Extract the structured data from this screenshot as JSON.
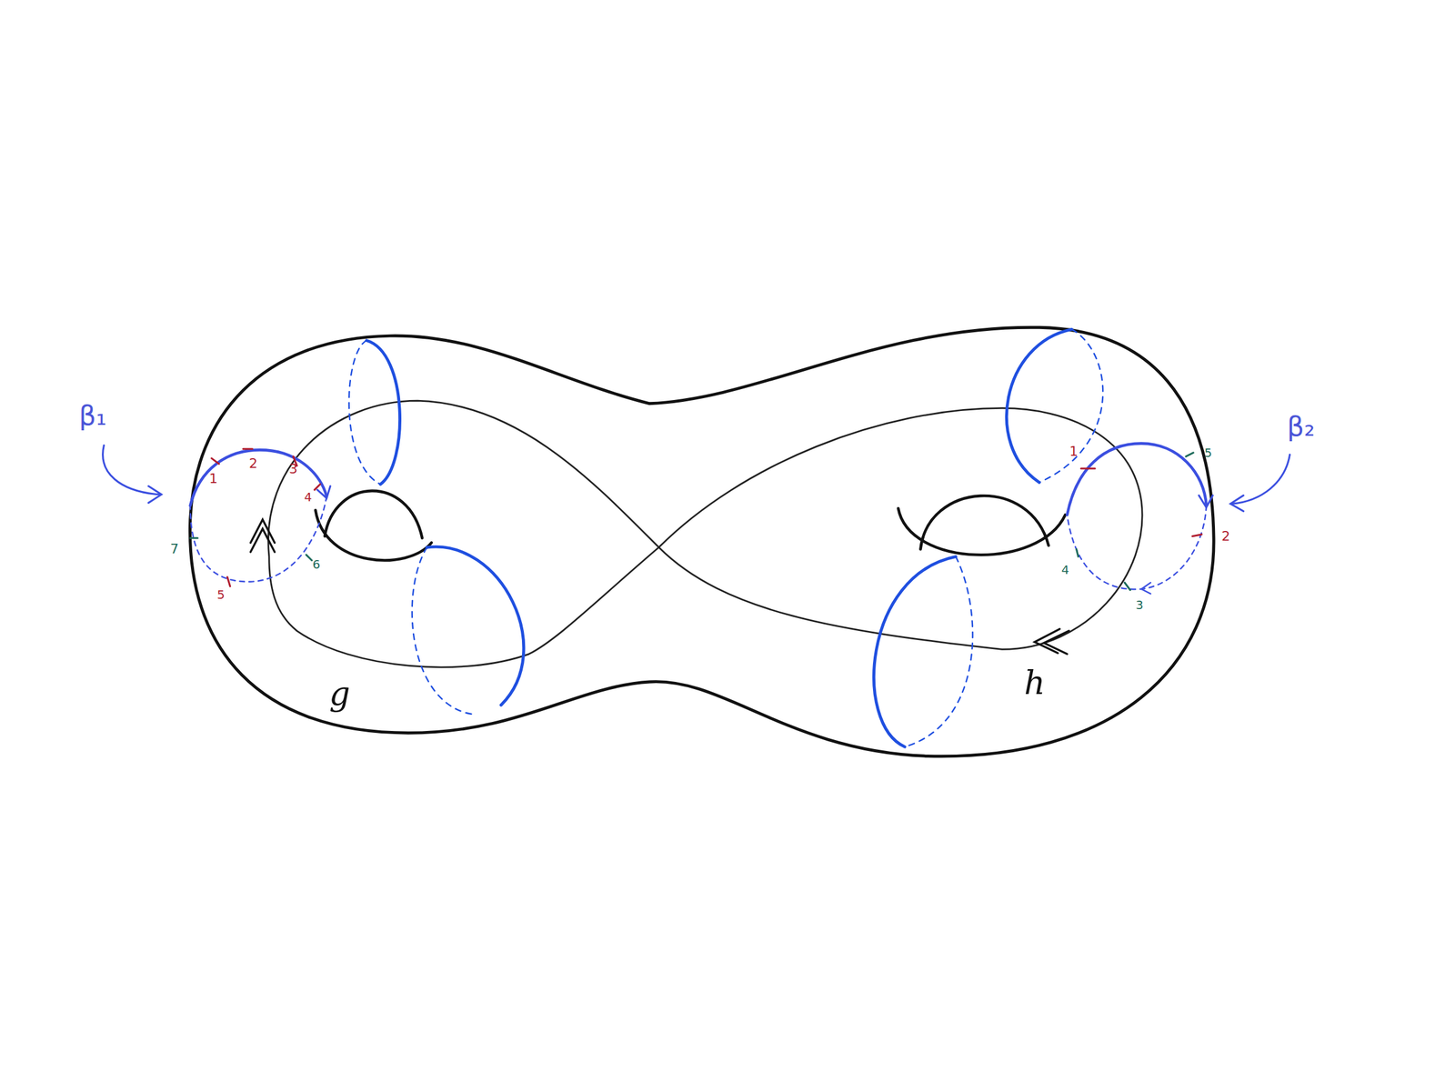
{
  "diagram": {
    "labels": [
      "β₁",
      "1",
      "2",
      "3",
      "4",
      "5",
      "6",
      "7",
      "g",
      "β₂",
      "1",
      "2",
      "3",
      "4",
      "5",
      "h"
    ]
  }
}
